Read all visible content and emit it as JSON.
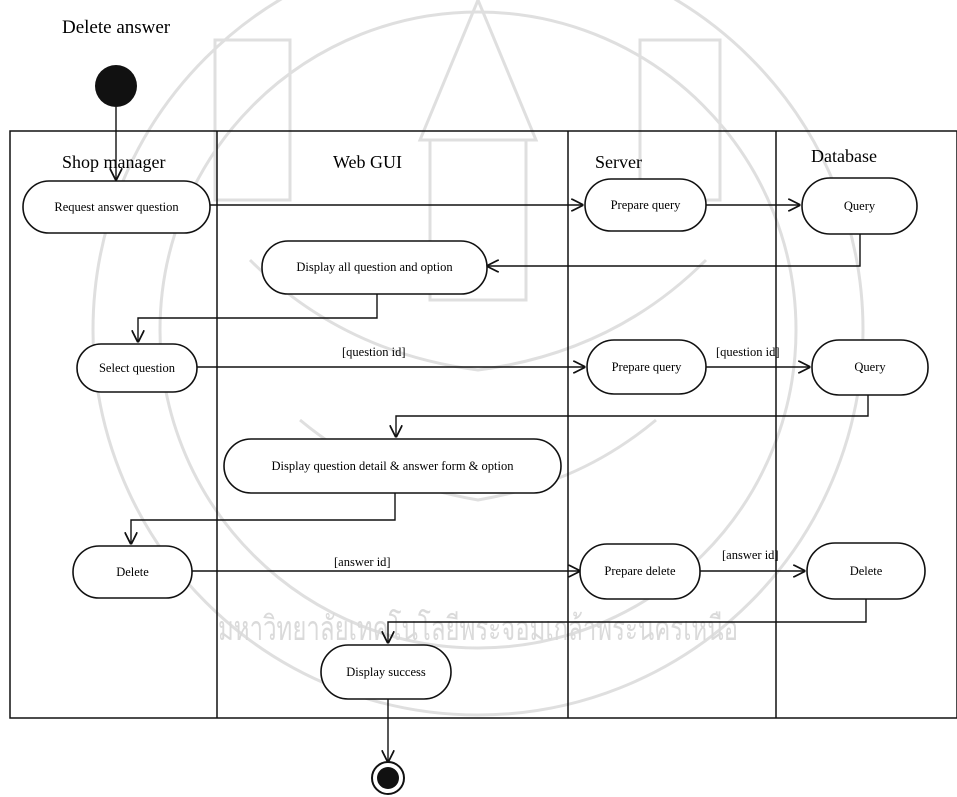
{
  "title": "Delete answer",
  "swimlanes": {
    "shop_manager": "Shop manager",
    "web_gui": "Web GUI",
    "server": "Server",
    "database": "Database"
  },
  "nodes": {
    "request": "Request answer question",
    "prepare_query_1": "Prepare query",
    "query_1": "Query",
    "display_all": "Display all question and option",
    "select_question": "Select question",
    "prepare_query_2": "Prepare query",
    "query_2": "Query",
    "display_detail": "Display question detail & answer form & option",
    "delete_request": "Delete",
    "prepare_delete": "Prepare delete",
    "delete_db": "Delete",
    "display_success": "Display success"
  },
  "guards": {
    "question_id_1": "[question id]",
    "question_id_2": "[question id]",
    "answer_id_1": "[answer id]",
    "answer_id_2": "[answer id]"
  },
  "watermark": {
    "type": "university seal",
    "text": "มหาวิทยาลัยเทคโนโลยีพระจอมเกล้าพระนครเหนือ"
  }
}
